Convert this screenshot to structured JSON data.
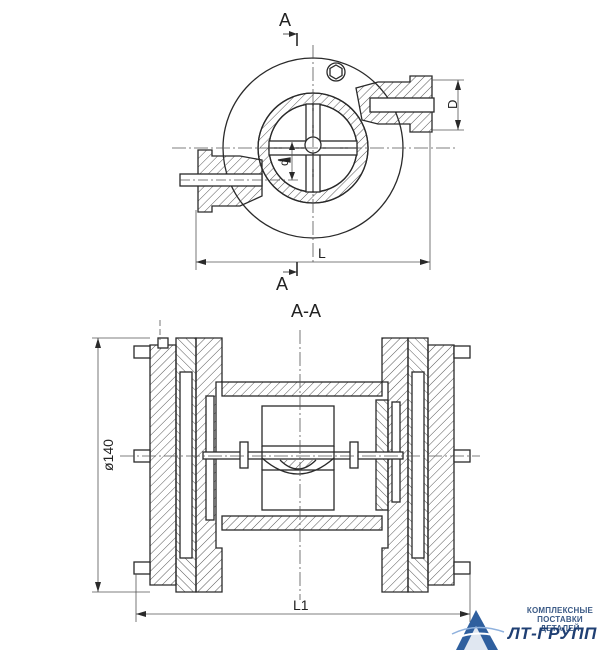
{
  "labels": {
    "section_mark": "A",
    "section_title": "A-A",
    "dim_D": "D",
    "dim_d": "d",
    "dim_L": "L",
    "dim_L1": "L1",
    "dim_phi": "ø140"
  },
  "logo": {
    "line1": "КОМПЛЕКСНЫЕ",
    "line2": "ПОСТАВКИ ДЕТАЛЕЙ",
    "brand": "ЛТ-ГРУПП"
  },
  "colors": {
    "stroke": "#2a2a2a",
    "hatch": "#444444",
    "center_line": "#555555",
    "logo_blue": "#2f5f9e"
  }
}
